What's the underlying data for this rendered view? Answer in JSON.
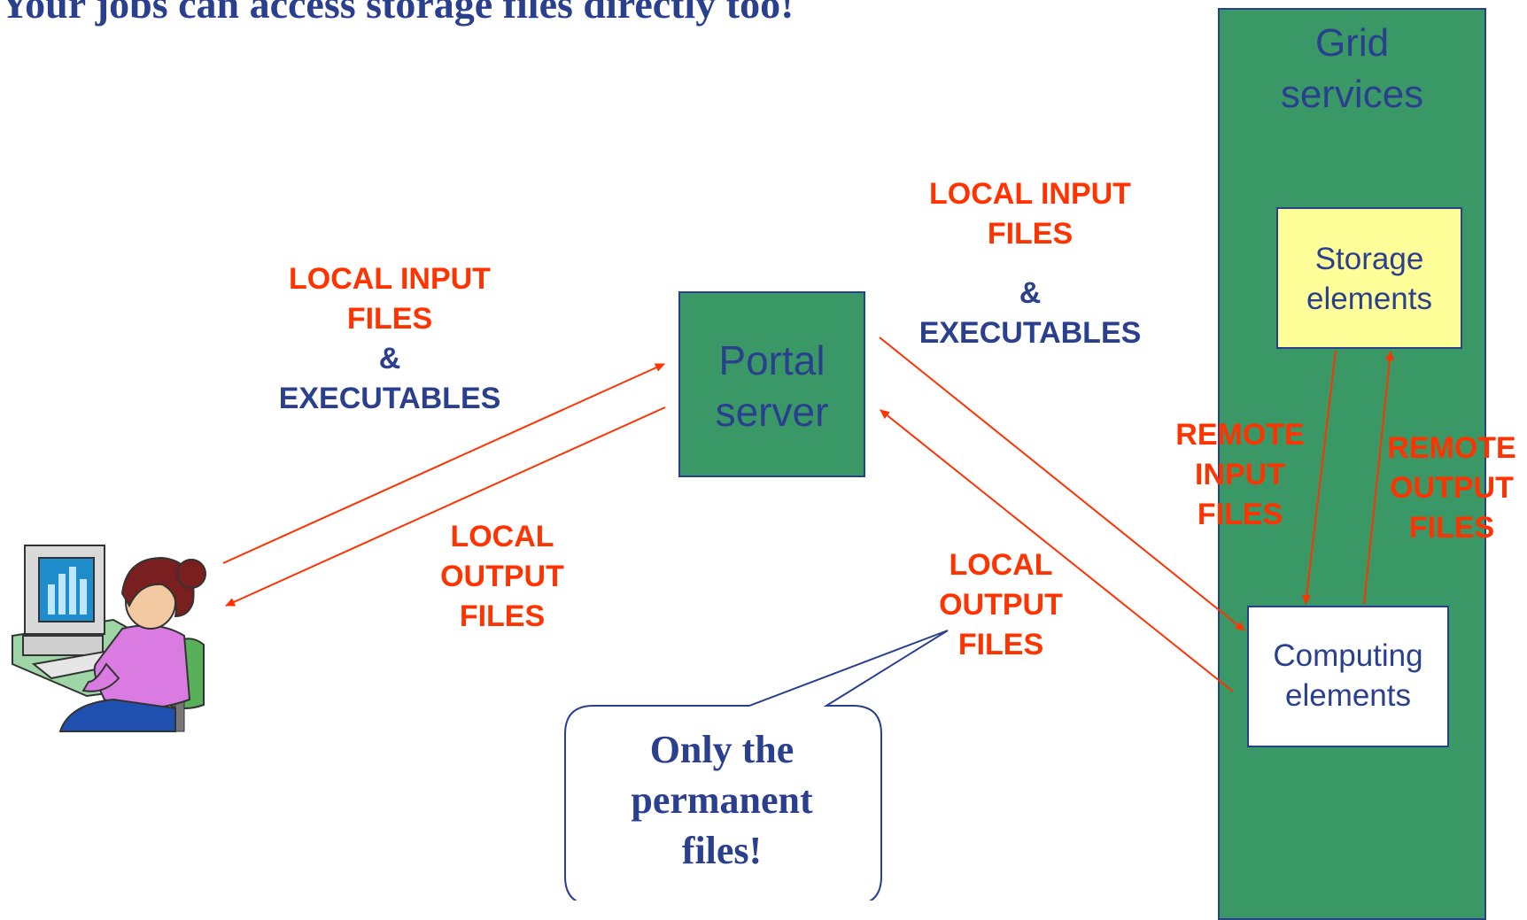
{
  "title": "Your jobs can access storage files directly too!",
  "grid": {
    "label_line1": "Grid",
    "label_line2": "services"
  },
  "portal": {
    "label_line1": "Portal",
    "label_line2": "server"
  },
  "storage": {
    "label_line1": "Storage",
    "label_line2": "elements"
  },
  "computing": {
    "label_line1": "Computing",
    "label_line2": "elements"
  },
  "labels": {
    "left_input": {
      "line1": "LOCAL INPUT",
      "line2": "FILES",
      "amp": "&",
      "exec": "EXECUTABLES"
    },
    "left_output": {
      "line1": "LOCAL",
      "line2": "OUTPUT",
      "line3": "FILES"
    },
    "right_input": {
      "line1": "LOCAL INPUT",
      "line2": "FILES",
      "amp": "&",
      "exec": "EXECUTABLES"
    },
    "right_output": {
      "line1": "LOCAL",
      "line2": "OUTPUT",
      "line3": "FILES"
    },
    "remote_input": {
      "line1": "REMOTE",
      "line2": "INPUT",
      "line3": "FILES"
    },
    "remote_output": {
      "line1": "REMOTE",
      "line2": "OUTPUT",
      "line3": "FILES"
    }
  },
  "callout": {
    "line1": "Only the",
    "line2": "permanent",
    "line3": "files!"
  },
  "colors": {
    "green": "#3a9866",
    "navy": "#2b3f8f",
    "red": "#ff3300",
    "yellow": "#ffff99",
    "white": "#ffffff"
  },
  "icons": {
    "user": "person-at-computer-icon"
  }
}
